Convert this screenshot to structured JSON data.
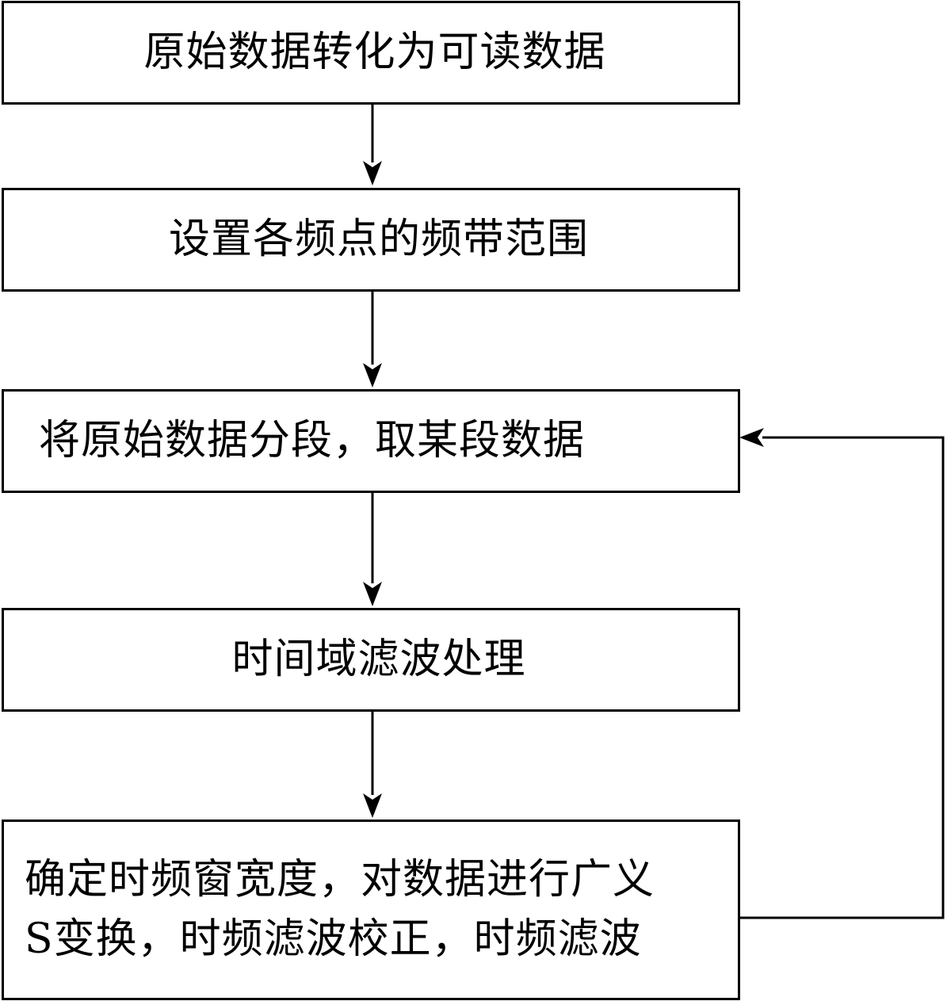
{
  "steps": [
    {
      "text": "原始数据转化为可读数据"
    },
    {
      "text": "设置各频点的频带范围"
    },
    {
      "text": "将原始数据分段，取某段数据"
    },
    {
      "text": "时间域滤波处理"
    },
    {
      "lines": [
        "确定时频窗宽度，对数据进行广义",
        "S变换，时频滤波校正，时频滤波"
      ]
    }
  ]
}
